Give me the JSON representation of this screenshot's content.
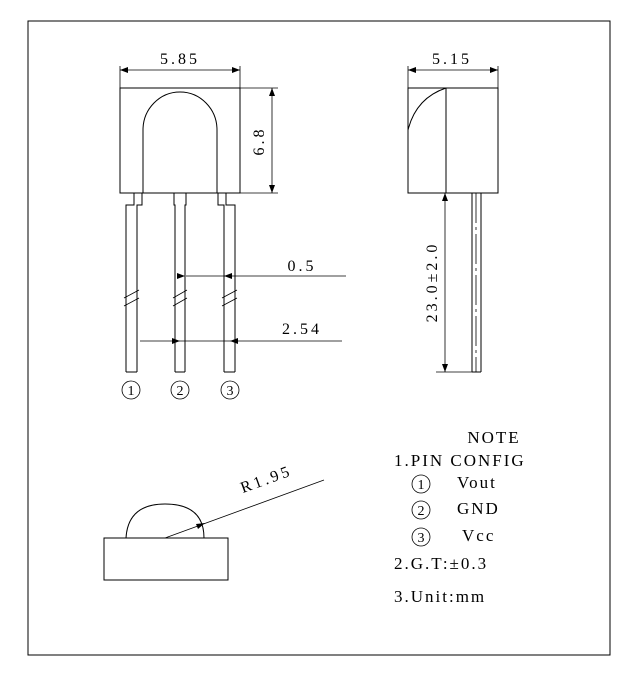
{
  "dimensions": {
    "front_width": "5.85",
    "front_height": "6.8",
    "side_width": "5.15",
    "lead_length": "23.0±2.0",
    "lead_width": "0.5",
    "pitch": "2.54",
    "lens_radius": "R1.95"
  },
  "pins": [
    "1",
    "2",
    "3"
  ],
  "notes": {
    "title": "NOTE",
    "pin_config": "1.PIN CONFIG",
    "pin_list": [
      {
        "num": "1",
        "name": "Vout"
      },
      {
        "num": "2",
        "name": "GND"
      },
      {
        "num": "3",
        "name": "Vcc"
      }
    ],
    "tolerance": "2.G.T:±0.3",
    "unit": "3.Unit:mm"
  }
}
